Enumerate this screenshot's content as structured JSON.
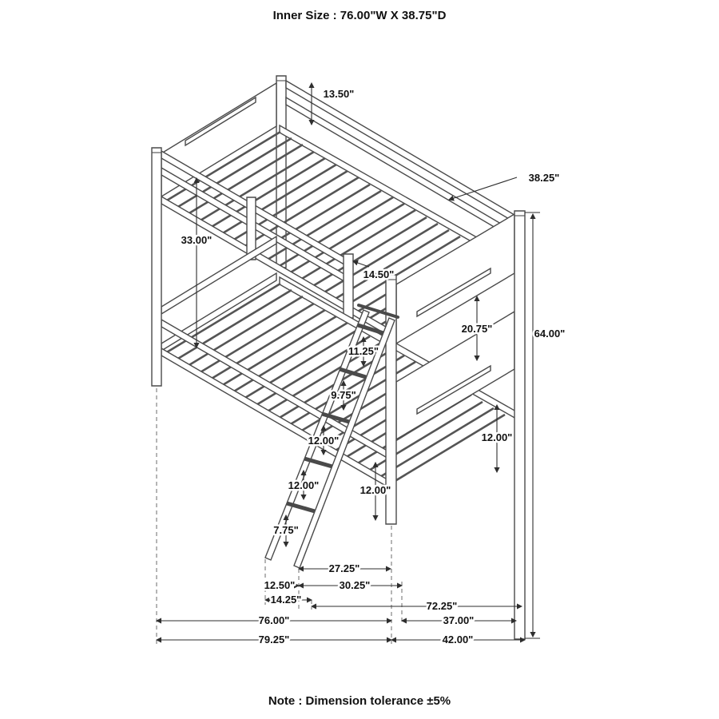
{
  "header": {
    "title": "Inner Size : 76.00\"W X 38.75\"D"
  },
  "footer": {
    "note": "Note : Dimension tolerance ±5%"
  },
  "diagram": {
    "dimensions": {
      "dim_13_50": "13.50\"",
      "dim_38_25": "38.25\"",
      "dim_33_00": "33.00\"",
      "dim_14_50": "14.50\"",
      "dim_20_75": "20.75\"",
      "dim_64_00": "64.00\"",
      "dim_11_25": "11.25\"",
      "dim_9_75": "9.75\"",
      "dim_12_00_ladder_upper": "12.00\"",
      "dim_12_00_ladder_lower": "12.00\"",
      "dim_7_75": "7.75\"",
      "dim_12_00_front_post": "12.00\"",
      "dim_12_00_side": "12.00\"",
      "dim_12_50": "12.50\"",
      "dim_27_25": "27.25\"",
      "dim_30_25": "30.25\"",
      "dim_14_25": "14.25\"",
      "dim_72_25": "72.25\"",
      "dim_76_00": "76.00\"",
      "dim_37_00": "37.00\"",
      "dim_79_25": "79.25\"",
      "dim_42_00": "42.00\""
    }
  }
}
